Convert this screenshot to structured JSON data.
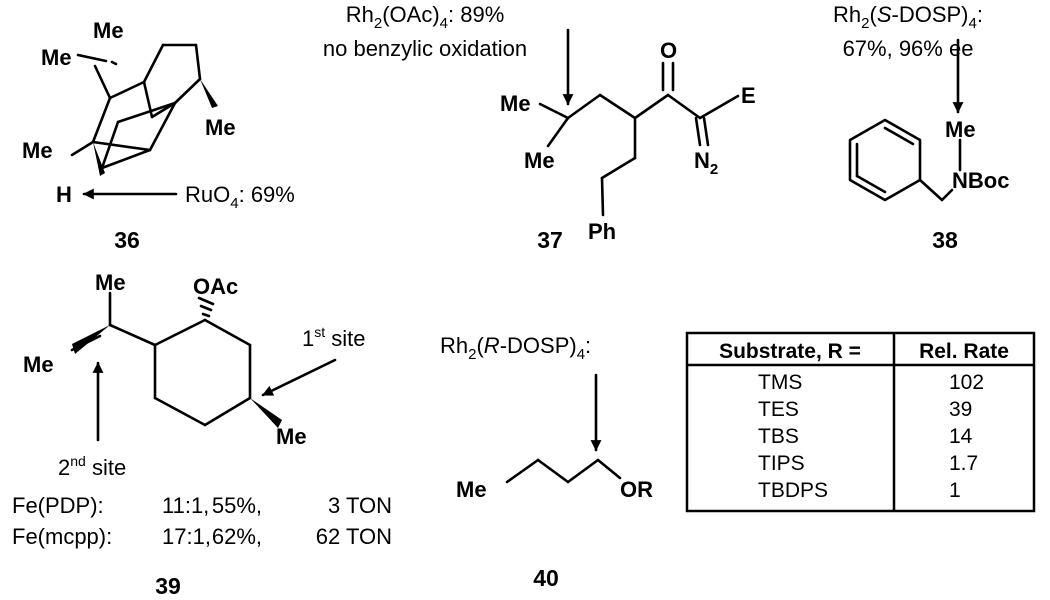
{
  "compounds": {
    "c36": {
      "label": "36",
      "atoms": {
        "me_top": "Me",
        "me_left": "Me",
        "me_bottom": "Me",
        "me_right": "Me",
        "h": "H"
      },
      "reagent": {
        "prefix": "RuO",
        "sub": "4",
        "suffix": ": 69%"
      }
    },
    "c37": {
      "label": "37",
      "reagent_line1": {
        "prefix": "Rh",
        "sub1": "2",
        "suffix": "(OAc)",
        "sub2": "4",
        "tail": ": 89%"
      },
      "reagent_line2": "no benzylic oxidation",
      "atoms": {
        "me_top": "Me",
        "me_bottom": "Me",
        "o": "O",
        "e": "E",
        "n2_base": "N",
        "n2_sub": "2",
        "ph": "Ph"
      }
    },
    "c38": {
      "label": "38",
      "reagent_line1": {
        "prefix": "Rh",
        "sub1": "2",
        "open": "(",
        "italic": "S",
        "mid": "-DOSP)",
        "sub2": "4",
        "tail": ":"
      },
      "reagent_line2": "67%, 96% ee",
      "atoms": {
        "me": "Me",
        "nboc": "NBoc"
      }
    },
    "c39": {
      "label": "39",
      "atoms": {
        "me_top": "Me",
        "me_left": "Me",
        "oac": "OAc",
        "me_right": "Me"
      },
      "site1": {
        "num": "1",
        "sup": "st",
        "rest": " site"
      },
      "site2": {
        "num": "2",
        "sup": "nd",
        "rest": " site"
      },
      "results": [
        {
          "catalyst": "Fe(PDP):",
          "ratio": "11:1,",
          "yield": "55%,",
          "ton": "3 TON"
        },
        {
          "catalyst": "Fe(mcpp):",
          "ratio": "17:1,",
          "yield": "62%,",
          "ton": "62 TON"
        }
      ]
    },
    "c40": {
      "label": "40",
      "reagent": {
        "prefix": "Rh",
        "sub1": "2",
        "open": "(",
        "italic": "R",
        "mid": "-DOSP)",
        "sub2": "4",
        "tail": ":"
      },
      "atoms": {
        "me": "Me",
        "or": "OR"
      }
    }
  },
  "table": {
    "headers": [
      "Substrate, R =",
      "Rel. Rate"
    ],
    "rows": [
      {
        "substrate": "TMS",
        "rate": "102"
      },
      {
        "substrate": "TES",
        "rate": "39"
      },
      {
        "substrate": "TBS",
        "rate": "14"
      },
      {
        "substrate": "TIPS",
        "rate": "1.7"
      },
      {
        "substrate": "TBDPS",
        "rate": "1"
      }
    ]
  }
}
